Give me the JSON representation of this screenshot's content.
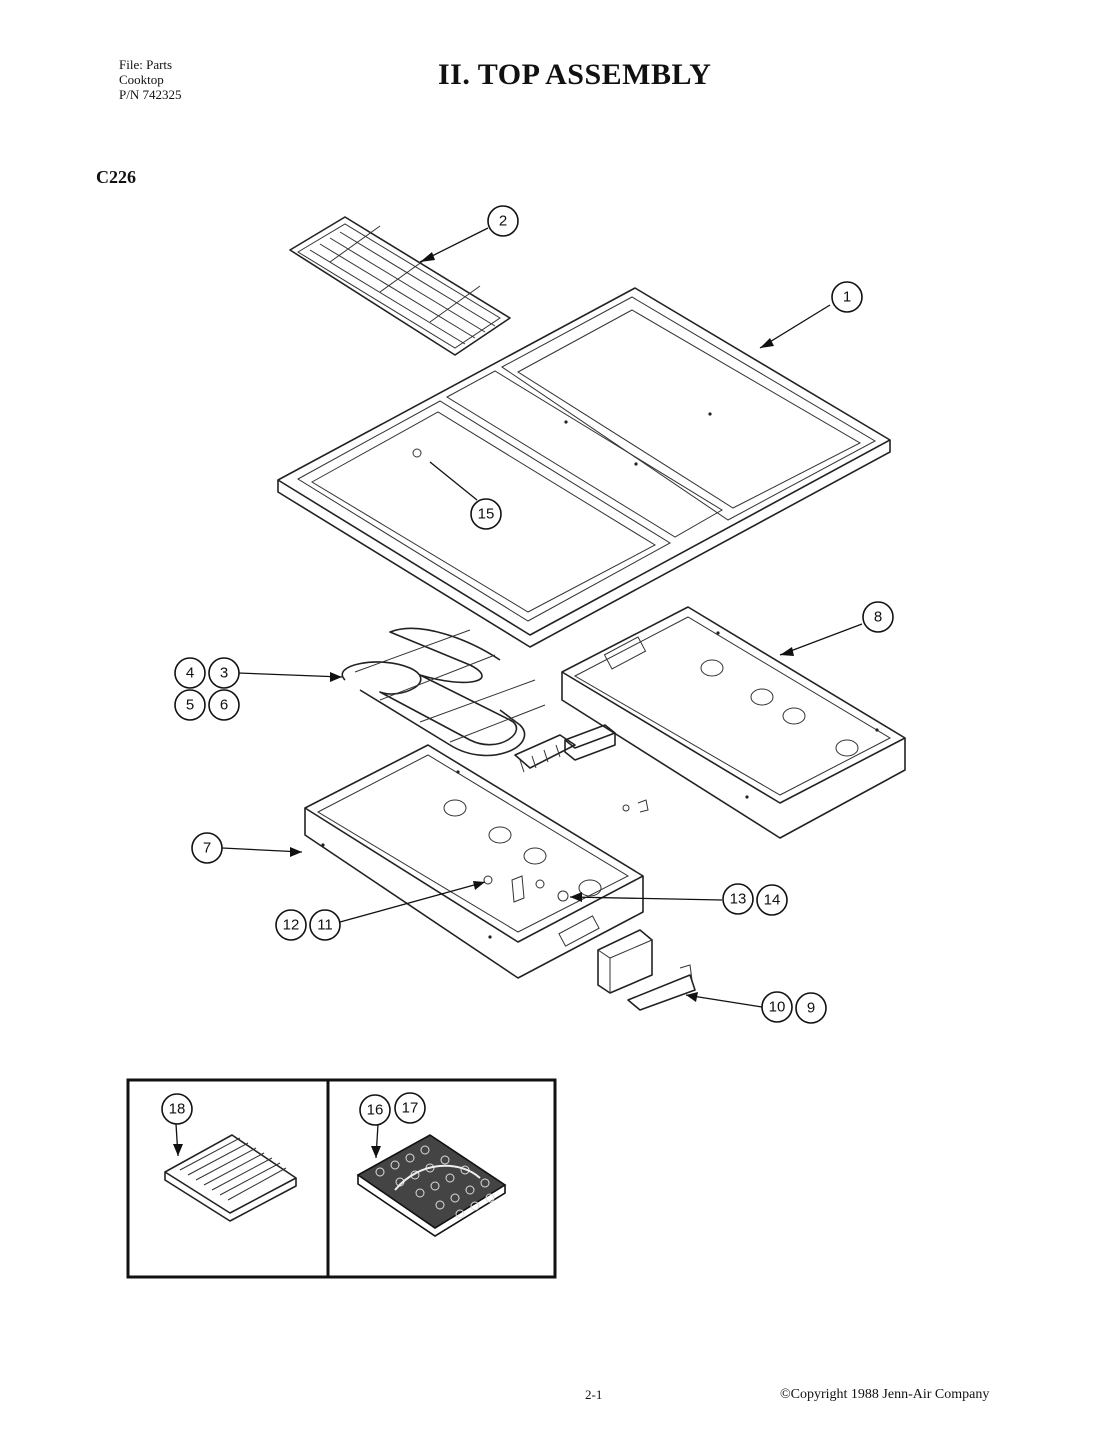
{
  "header": {
    "file_line1": "File: Parts",
    "file_line2": "Cooktop",
    "file_line3": "P/N 742325",
    "title": "II.  TOP ASSEMBLY",
    "model": "C226"
  },
  "callouts": {
    "c1": "1",
    "c2": "2",
    "c3": "3",
    "c4": "4",
    "c5": "5",
    "c6": "6",
    "c7": "7",
    "c8": "8",
    "c9": "9",
    "c10": "10",
    "c11": "11",
    "c12": "12",
    "c13": "13",
    "c14": "14",
    "c15": "15",
    "c16": "16",
    "c17": "17",
    "c18": "18"
  },
  "footer": {
    "page": "2-1",
    "copyright": "©Copyright 1988 Jenn-Air Company"
  }
}
